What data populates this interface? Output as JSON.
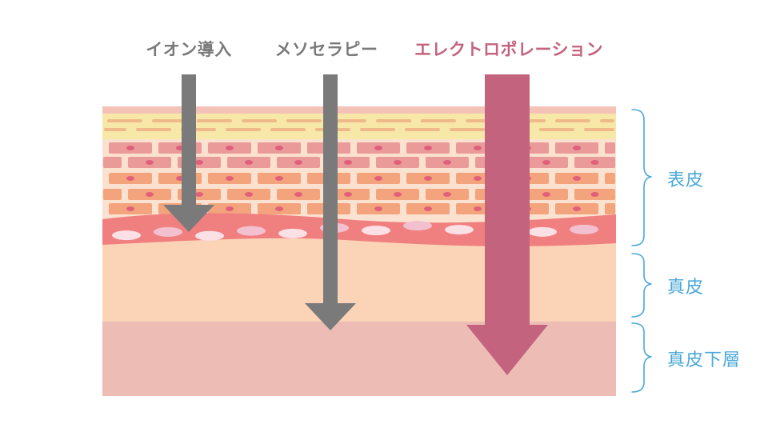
{
  "methods": {
    "ion": {
      "label": "イオン導入",
      "color": "#7a7a7a"
    },
    "meso": {
      "label": "メソセラピー",
      "color": "#7a7a7a"
    },
    "electro": {
      "label": "エレクトロポレーション",
      "color": "#c4637d"
    }
  },
  "layers": {
    "epidermis": {
      "label": "表皮"
    },
    "dermis": {
      "label": "真皮"
    },
    "subcutis": {
      "label": "真皮下層"
    }
  },
  "colors": {
    "arrow_gray": "#7a7a7a",
    "arrow_pink": "#c4637d",
    "bracket_blue": "#4aa8d8",
    "label_blue": "#4aa8d8",
    "stratum_corneum": "#f7e8a8",
    "cell_pink": "#eb9a9a",
    "cell_orange": "#f3a47c",
    "basal_red": "#f08080",
    "dermis": "#fbd3b6",
    "subcutis": "#ecbcb5"
  }
}
